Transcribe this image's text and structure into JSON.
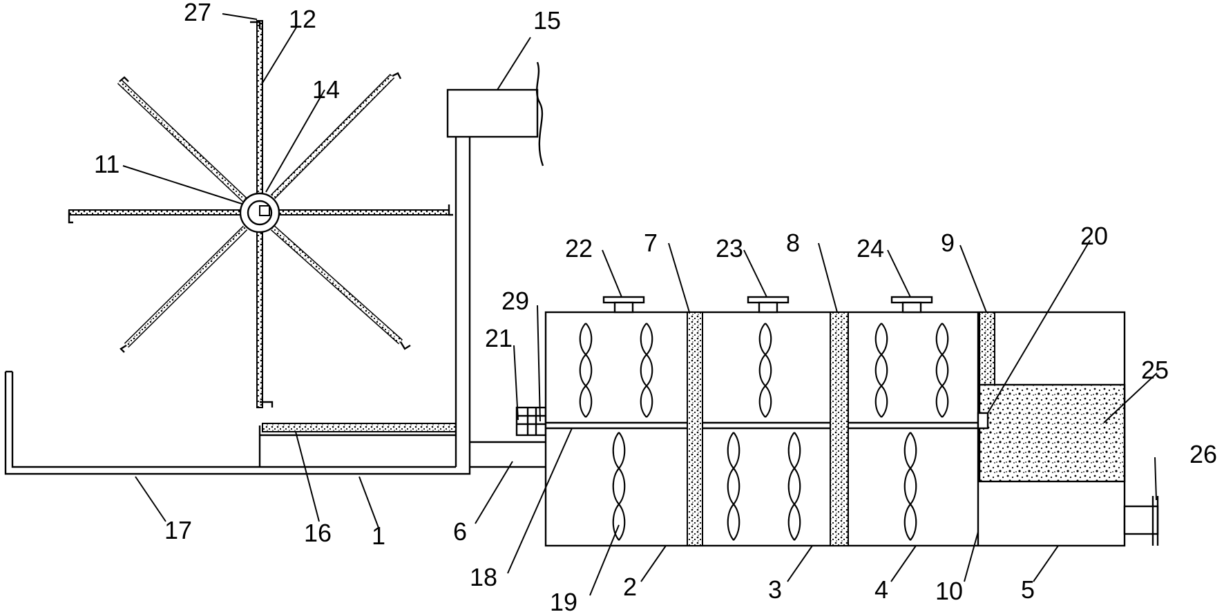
{
  "labels": {
    "l1": "1",
    "l2": "2",
    "l3": "3",
    "l4": "4",
    "l5": "5",
    "l6": "6",
    "l7": "7",
    "l8": "8",
    "l9": "9",
    "l10": "10",
    "l11": "11",
    "l12": "12",
    "l14": "14",
    "l15": "15",
    "l16": "16",
    "l17": "17",
    "l18": "18",
    "l19": "19",
    "l20": "20",
    "l21": "21",
    "l22": "22",
    "l23": "23",
    "l24": "24",
    "l25": "25",
    "l26": "26",
    "l27": "27",
    "l29": "29"
  },
  "colors": {
    "line": "#000000",
    "background": "#ffffff"
  }
}
